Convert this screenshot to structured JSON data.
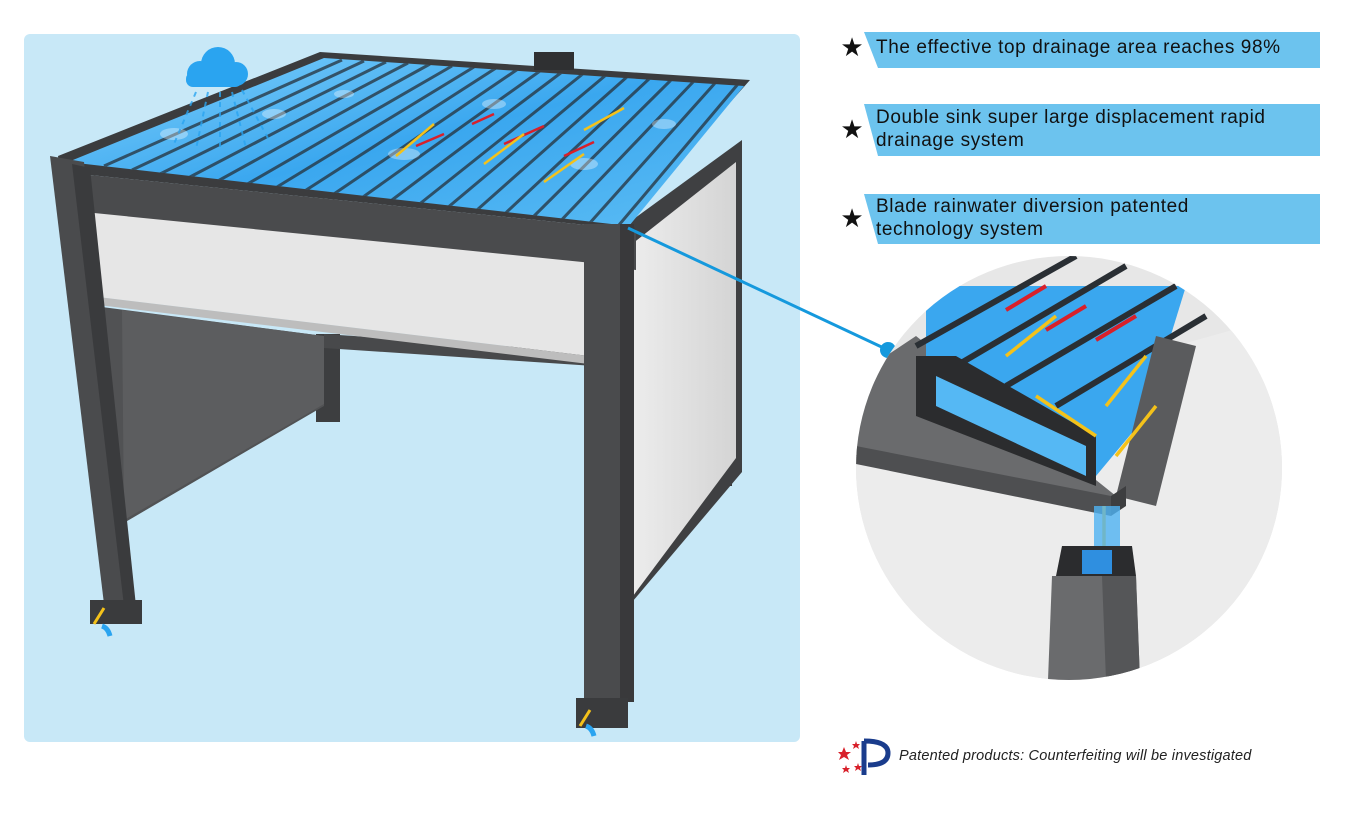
{
  "features": [
    {
      "text": "The effective top drainage area reaches 98%"
    },
    {
      "text": "Double sink super large displacement rapid drainage system"
    },
    {
      "text": "Blade rainwater diversion patented technology system"
    }
  ],
  "patent_note": "Patented products: Counterfeiting will be investigated",
  "colors": {
    "panel_bg": "#c8e8f7",
    "banner": "#6cc3ee",
    "frame": "#4e4f51",
    "water": "#2aa4f0",
    "arrow_red": "#d8202a",
    "arrow_yellow": "#f4c21a",
    "connector": "#1599dd"
  },
  "icons": {
    "feature_marker": "star-icon",
    "weather": "rain-cloud-icon",
    "patent": "patent-logo-icon"
  }
}
